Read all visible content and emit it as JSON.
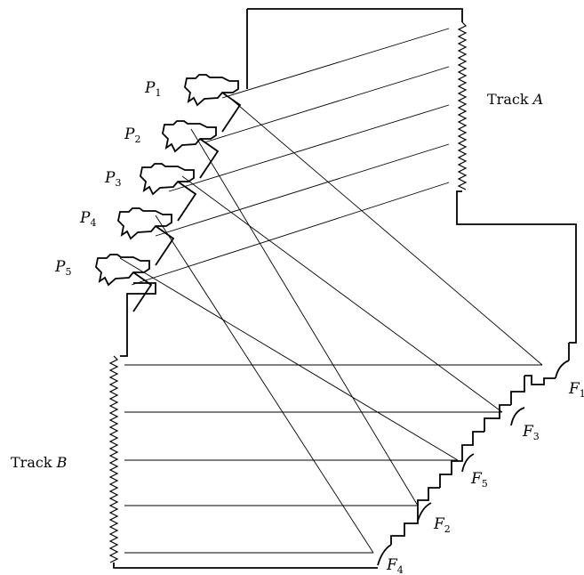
{
  "tracks": {
    "a": {
      "prefix": "Track ",
      "letter": "A"
    },
    "b": {
      "prefix": "Track ",
      "letter": "B"
    }
  },
  "pieces": [
    {
      "letter": "P",
      "index": "1"
    },
    {
      "letter": "P",
      "index": "2"
    },
    {
      "letter": "P",
      "index": "3"
    },
    {
      "letter": "P",
      "index": "4"
    },
    {
      "letter": "P",
      "index": "5"
    }
  ],
  "fits": [
    {
      "letter": "F",
      "index": "1"
    },
    {
      "letter": "F",
      "index": "3"
    },
    {
      "letter": "F",
      "index": "5"
    },
    {
      "letter": "F",
      "index": "2"
    },
    {
      "letter": "F",
      "index": "4"
    }
  ],
  "icons": {
    "piece": "notched-piece-icon",
    "fit": "quarter-arc-fit-icon"
  }
}
